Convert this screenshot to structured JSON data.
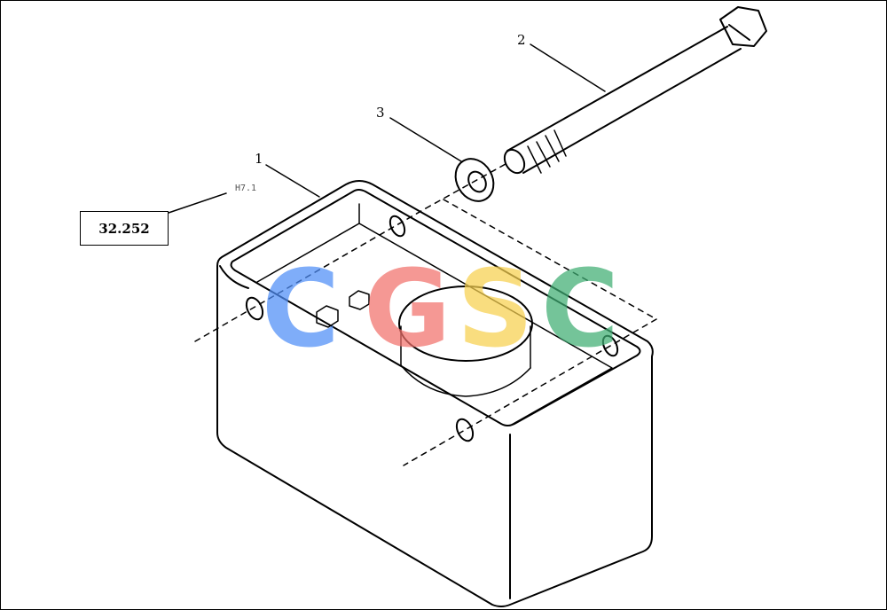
{
  "callouts": {
    "part_1": "1",
    "part_2": "2",
    "part_3": "3",
    "sheet_ref": "H7.1"
  },
  "reference_box": {
    "label": "32.252"
  },
  "watermark": {
    "letters": [
      "C",
      "G",
      "S",
      "C"
    ],
    "colors": [
      "#4f8ef7",
      "#f2716b",
      "#f7d04f",
      "#3fae73"
    ]
  }
}
